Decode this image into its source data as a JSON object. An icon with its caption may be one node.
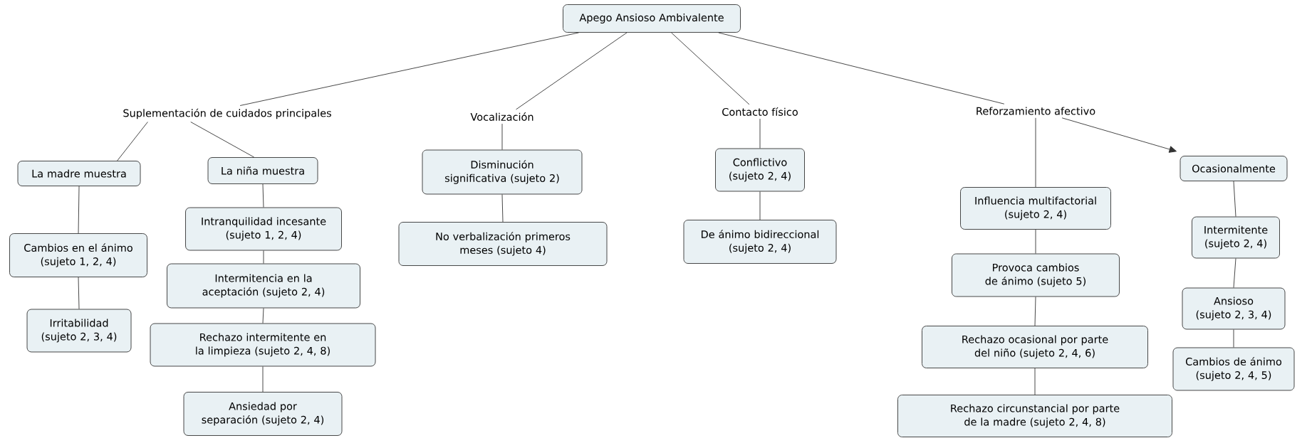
{
  "diagram": {
    "nodes": [
      {
        "text": [
          "Apego Ansioso Ambivalente"
        ]
      },
      {
        "text": [
          "Suplementación de cuidados principales"
        ]
      },
      {
        "text": [
          "Vocalización"
        ]
      },
      {
        "text": [
          "Contacto físico"
        ]
      },
      {
        "text": [
          "Reforzamiento afectivo"
        ]
      },
      {
        "text": [
          "La madre muestra"
        ]
      },
      {
        "text": [
          "La niña muestra"
        ]
      },
      {
        "text": [
          "Cambios en el ánimo (sujeto 1, 2, 4)"
        ]
      },
      {
        "text": [
          "Irritabilidad (sujeto 2, 3, 4)"
        ]
      },
      {
        "text": [
          "Intranquilidad incesante (sujeto 1, 2, 4)"
        ]
      },
      {
        "text": [
          "Intermitencia en la aceptación (sujeto 2, 4)"
        ]
      },
      {
        "text": [
          "Rechazo intermitente en la limpieza (sujeto 2, 4, 8)"
        ]
      },
      {
        "text": [
          "Ansiedad por separación (sujeto 2, 4)"
        ]
      },
      {
        "text": [
          "Disminución significativa (sujeto 2)"
        ]
      },
      {
        "text": [
          "No verbalización primeros meses (sujeto 4)"
        ]
      },
      {
        "text": [
          "Conflictivo (sujeto 2, 4)"
        ]
      },
      {
        "text": [
          "De ánimo bidireccional (sujeto 2, 4)"
        ]
      },
      {
        "text": [
          "Influencia multifactorial (sujeto 2, 4)"
        ]
      },
      {
        "text": [
          "Provoca cambios de ánimo (sujeto 5)"
        ]
      },
      {
        "text": [
          "Rechazo ocasional por parte del niño (sujeto 2, 4, 6)"
        ]
      },
      {
        "text": [
          "Rechazo circunstancial por parte de la madre (sujeto 2, 4, 8)"
        ]
      },
      {
        "text": [
          "Ocasionalmente"
        ]
      },
      {
        "text": [
          "Intermitente (sujeto 2, 4)"
        ]
      },
      {
        "text": [
          "Ansioso (sujeto 2, 3, 4)"
        ]
      },
      {
        "text": [
          "Cambios de ánimo (sujeto 2, 4, 5)"
        ]
      }
    ],
    "edges": [
      {
        "from": 0,
        "to": 1,
        "arrow": "none"
      },
      {
        "from": 0,
        "to": 2,
        "arrow": "none"
      },
      {
        "from": 0,
        "to": 3,
        "arrow": "none"
      },
      {
        "from": 0,
        "to": 4,
        "arrow": "none"
      },
      {
        "from": 1,
        "to": 5,
        "arrow": "none"
      },
      {
        "from": 1,
        "to": 6,
        "arrow": "none"
      },
      {
        "from": 5,
        "to": 7,
        "arrow": "none"
      },
      {
        "from": 7,
        "to": 8,
        "arrow": "none"
      },
      {
        "from": 6,
        "to": 9,
        "arrow": "none"
      },
      {
        "from": 9,
        "to": 10,
        "arrow": "none"
      },
      {
        "from": 10,
        "to": 11,
        "arrow": "none"
      },
      {
        "from": 11,
        "to": 12,
        "arrow": "none"
      },
      {
        "from": 2,
        "to": 13,
        "arrow": "none"
      },
      {
        "from": 13,
        "to": 14,
        "arrow": "none"
      },
      {
        "from": 3,
        "to": 15,
        "arrow": "none"
      },
      {
        "from": 15,
        "to": 16,
        "arrow": "none"
      },
      {
        "from": 4,
        "to": 17,
        "arrow": "none"
      },
      {
        "from": 17,
        "to": 18,
        "arrow": "none"
      },
      {
        "from": 18,
        "to": 19,
        "arrow": "none"
      },
      {
        "from": 19,
        "to": 20,
        "arrow": "none"
      },
      {
        "from": 4,
        "to": 21,
        "arrow": "to"
      },
      {
        "from": 21,
        "to": 22,
        "arrow": "none"
      },
      {
        "from": 22,
        "to": 23,
        "arrow": "none"
      },
      {
        "from": 23,
        "to": 24,
        "arrow": "none"
      }
    ]
  }
}
